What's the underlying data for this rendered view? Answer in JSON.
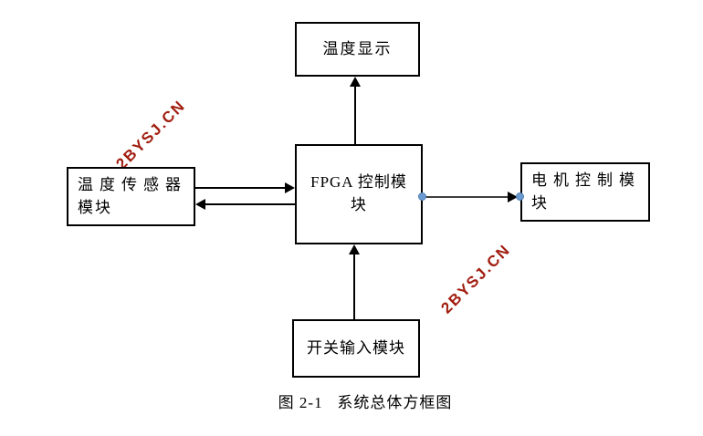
{
  "diagram": {
    "boxes": {
      "display": {
        "label": "温度显示"
      },
      "fpga": {
        "line1": "FPGA 控制模",
        "line2": "块"
      },
      "sensor": {
        "line1": "温度传感器",
        "line2": "模块"
      },
      "motor": {
        "line1": "电机控制模",
        "line2": "块"
      },
      "switch": {
        "label": "开关输入模块"
      }
    },
    "caption": "图 2-1   系统总体方框图",
    "watermark": {
      "text": "2BYSJ.CN",
      "color": "#a01d0f"
    },
    "connectors": {
      "endpoint_dot_color": "#6c9bd2",
      "line_color": "#000000"
    }
  }
}
